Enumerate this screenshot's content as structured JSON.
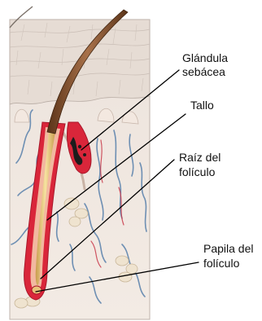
{
  "labels": {
    "gland_line1": "Glándula",
    "gland_line2": "sebácea",
    "shaft": "Tallo",
    "root_line1": "Raíz del",
    "root_line2": "folículo",
    "papilla_line1": "Papila del",
    "papilla_line2": "folículo"
  },
  "colors": {
    "epidermis": "#eadfd7",
    "dermis": "#efe6df",
    "bloodVessel": "#6e8fb3",
    "follicleRed": "#d9263a",
    "hairShaft": "#8a5635",
    "rootCore": "#f0d27a",
    "leaderLine": "#000000"
  }
}
